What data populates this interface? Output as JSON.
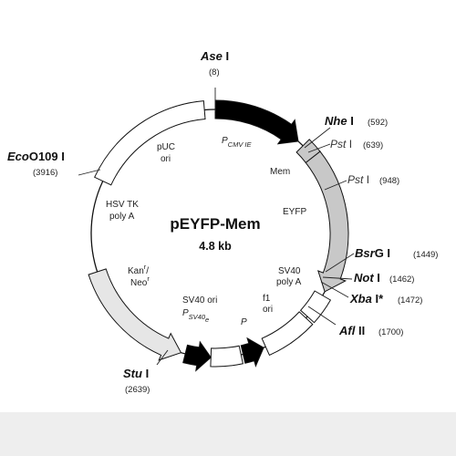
{
  "plasmid": {
    "name": "pEYFP-Mem",
    "size": "4.8 kb"
  },
  "sites": {
    "ase": {
      "name": "Ase",
      "suffix": "I",
      "pos": "(8)"
    },
    "nhe": {
      "name": "Nhe",
      "suffix": "I",
      "pos": "(592)"
    },
    "pst1": {
      "name": "Pst",
      "suffix": "I",
      "pos": "(639)"
    },
    "pst2": {
      "name": "Pst",
      "suffix": "I",
      "pos": "(948)"
    },
    "bsrg": {
      "name": "Bsr",
      "suffix": "G I",
      "pos": "(1449)"
    },
    "not": {
      "name": "Not",
      "suffix": "I",
      "pos": "(1462)"
    },
    "xba": {
      "name": "Xba",
      "suffix": "I*",
      "pos": "(1472)"
    },
    "afl": {
      "name": "Afl",
      "suffix": "II",
      "pos": "(1700)"
    },
    "stu": {
      "name": "Stu",
      "suffix": "I",
      "pos": "(2639)"
    },
    "eco": {
      "name": "Eco",
      "suffix": "O109 I",
      "pos": "(3916)"
    }
  },
  "features": {
    "pcmv": {
      "p": "P",
      "sub": "CMV IE"
    },
    "mem": "Mem",
    "eyfp": "EYFP",
    "sv40pa": {
      "line1": "SV40",
      "line2": "poly A"
    },
    "f1ori": {
      "line1": "f1",
      "line2": "ori"
    },
    "p": "P",
    "sv40ori": "SV40 ori",
    "psv40e": {
      "p": "P",
      "sub": "SV40",
      "subsub": "e"
    },
    "kanneo": {
      "line1": "Kan",
      "sup1": "r",
      "line2": "/",
      "line3": "Neo",
      "sup2": "r"
    },
    "hsvtk": {
      "line1": "HSV TK",
      "line2": "poly A"
    },
    "puc": {
      "line1": "pUC",
      "line2": "ori"
    }
  },
  "colors": {
    "black": "#000000",
    "gray": "#c8c8c8",
    "light_gray": "#e6e6e6",
    "white": "#ffffff",
    "band": "#eeeeee"
  }
}
